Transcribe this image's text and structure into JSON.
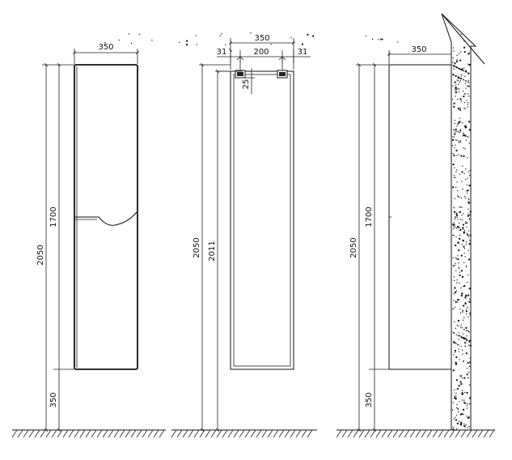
{
  "colors": {
    "line": "#111111",
    "background": "#ffffff",
    "concrete": "#ffffff"
  },
  "front_view": {
    "width": "350",
    "total_height": "2050",
    "door_split_height": "1700",
    "floor_gap": "350"
  },
  "section_view": {
    "width": "350",
    "left_offset": "31",
    "mount_spacing": "200",
    "right_offset": "31",
    "bracket_drop": "25",
    "total_height": "2050",
    "body_height": "2011"
  },
  "side_view": {
    "depth": "350",
    "total_height": "2050",
    "door_split_height": "1700",
    "floor_gap": "350"
  }
}
